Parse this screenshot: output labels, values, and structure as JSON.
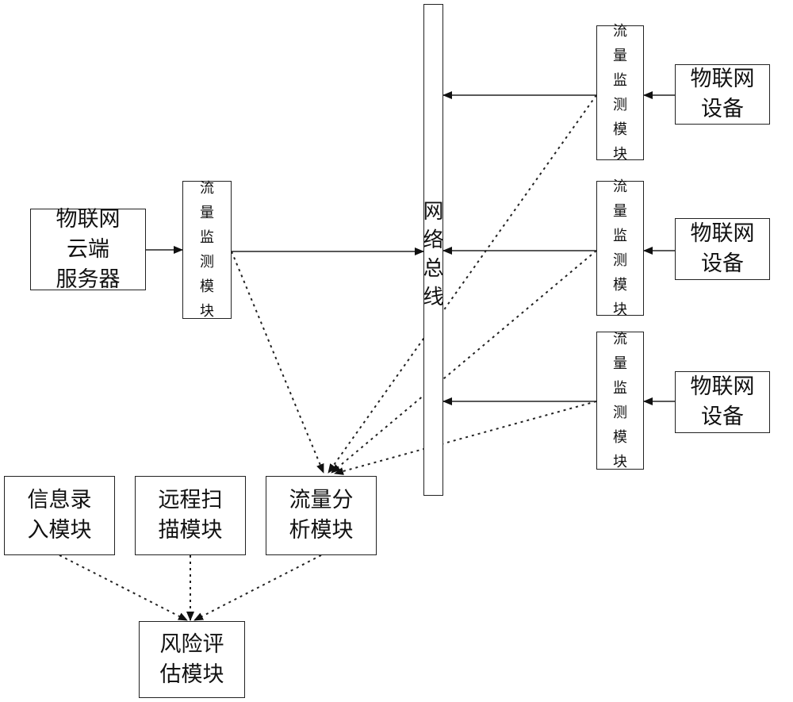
{
  "nodes": {
    "cloud_server": "物联网\n云端\n服务器",
    "monitor_center": "流\n量\n监\n测\n模\n块",
    "network_bus": "网\n络\n总\n线",
    "monitor_1": "流\n量\n监\n测\n模\n块",
    "monitor_2": "流\n量\n监\n测\n模\n块",
    "monitor_3": "流\n量\n监\n测\n模\n块",
    "iot_device_1": "物联网\n设备",
    "iot_device_2": "物联网\n设备",
    "iot_device_3": "物联网\n设备",
    "info_entry": "信息录\n入模块",
    "remote_scan": "远程扫\n描模块",
    "traffic_analysis": "流量分\n析模块",
    "risk_assessment": "风险评\n估模块"
  },
  "edges": [
    {
      "from": "cloud_server",
      "to": "monitor_center",
      "style": "solid"
    },
    {
      "from": "monitor_center",
      "to": "network_bus",
      "style": "solid"
    },
    {
      "from": "iot_device_1",
      "to": "monitor_1",
      "style": "solid"
    },
    {
      "from": "iot_device_2",
      "to": "monitor_2",
      "style": "solid"
    },
    {
      "from": "iot_device_3",
      "to": "monitor_3",
      "style": "solid"
    },
    {
      "from": "monitor_1",
      "to": "network_bus",
      "style": "solid"
    },
    {
      "from": "monitor_2",
      "to": "network_bus",
      "style": "solid"
    },
    {
      "from": "monitor_3",
      "to": "network_bus",
      "style": "solid"
    },
    {
      "from": "monitor_center",
      "to": "traffic_analysis",
      "style": "dotted"
    },
    {
      "from": "monitor_1",
      "to": "traffic_analysis",
      "style": "dotted"
    },
    {
      "from": "monitor_2",
      "to": "traffic_analysis",
      "style": "dotted"
    },
    {
      "from": "monitor_3",
      "to": "traffic_analysis",
      "style": "dotted"
    },
    {
      "from": "info_entry",
      "to": "risk_assessment",
      "style": "dotted"
    },
    {
      "from": "remote_scan",
      "to": "risk_assessment",
      "style": "dotted"
    },
    {
      "from": "traffic_analysis",
      "to": "risk_assessment",
      "style": "dotted"
    }
  ],
  "colors": {
    "stroke": "#222222",
    "background": "#ffffff"
  }
}
